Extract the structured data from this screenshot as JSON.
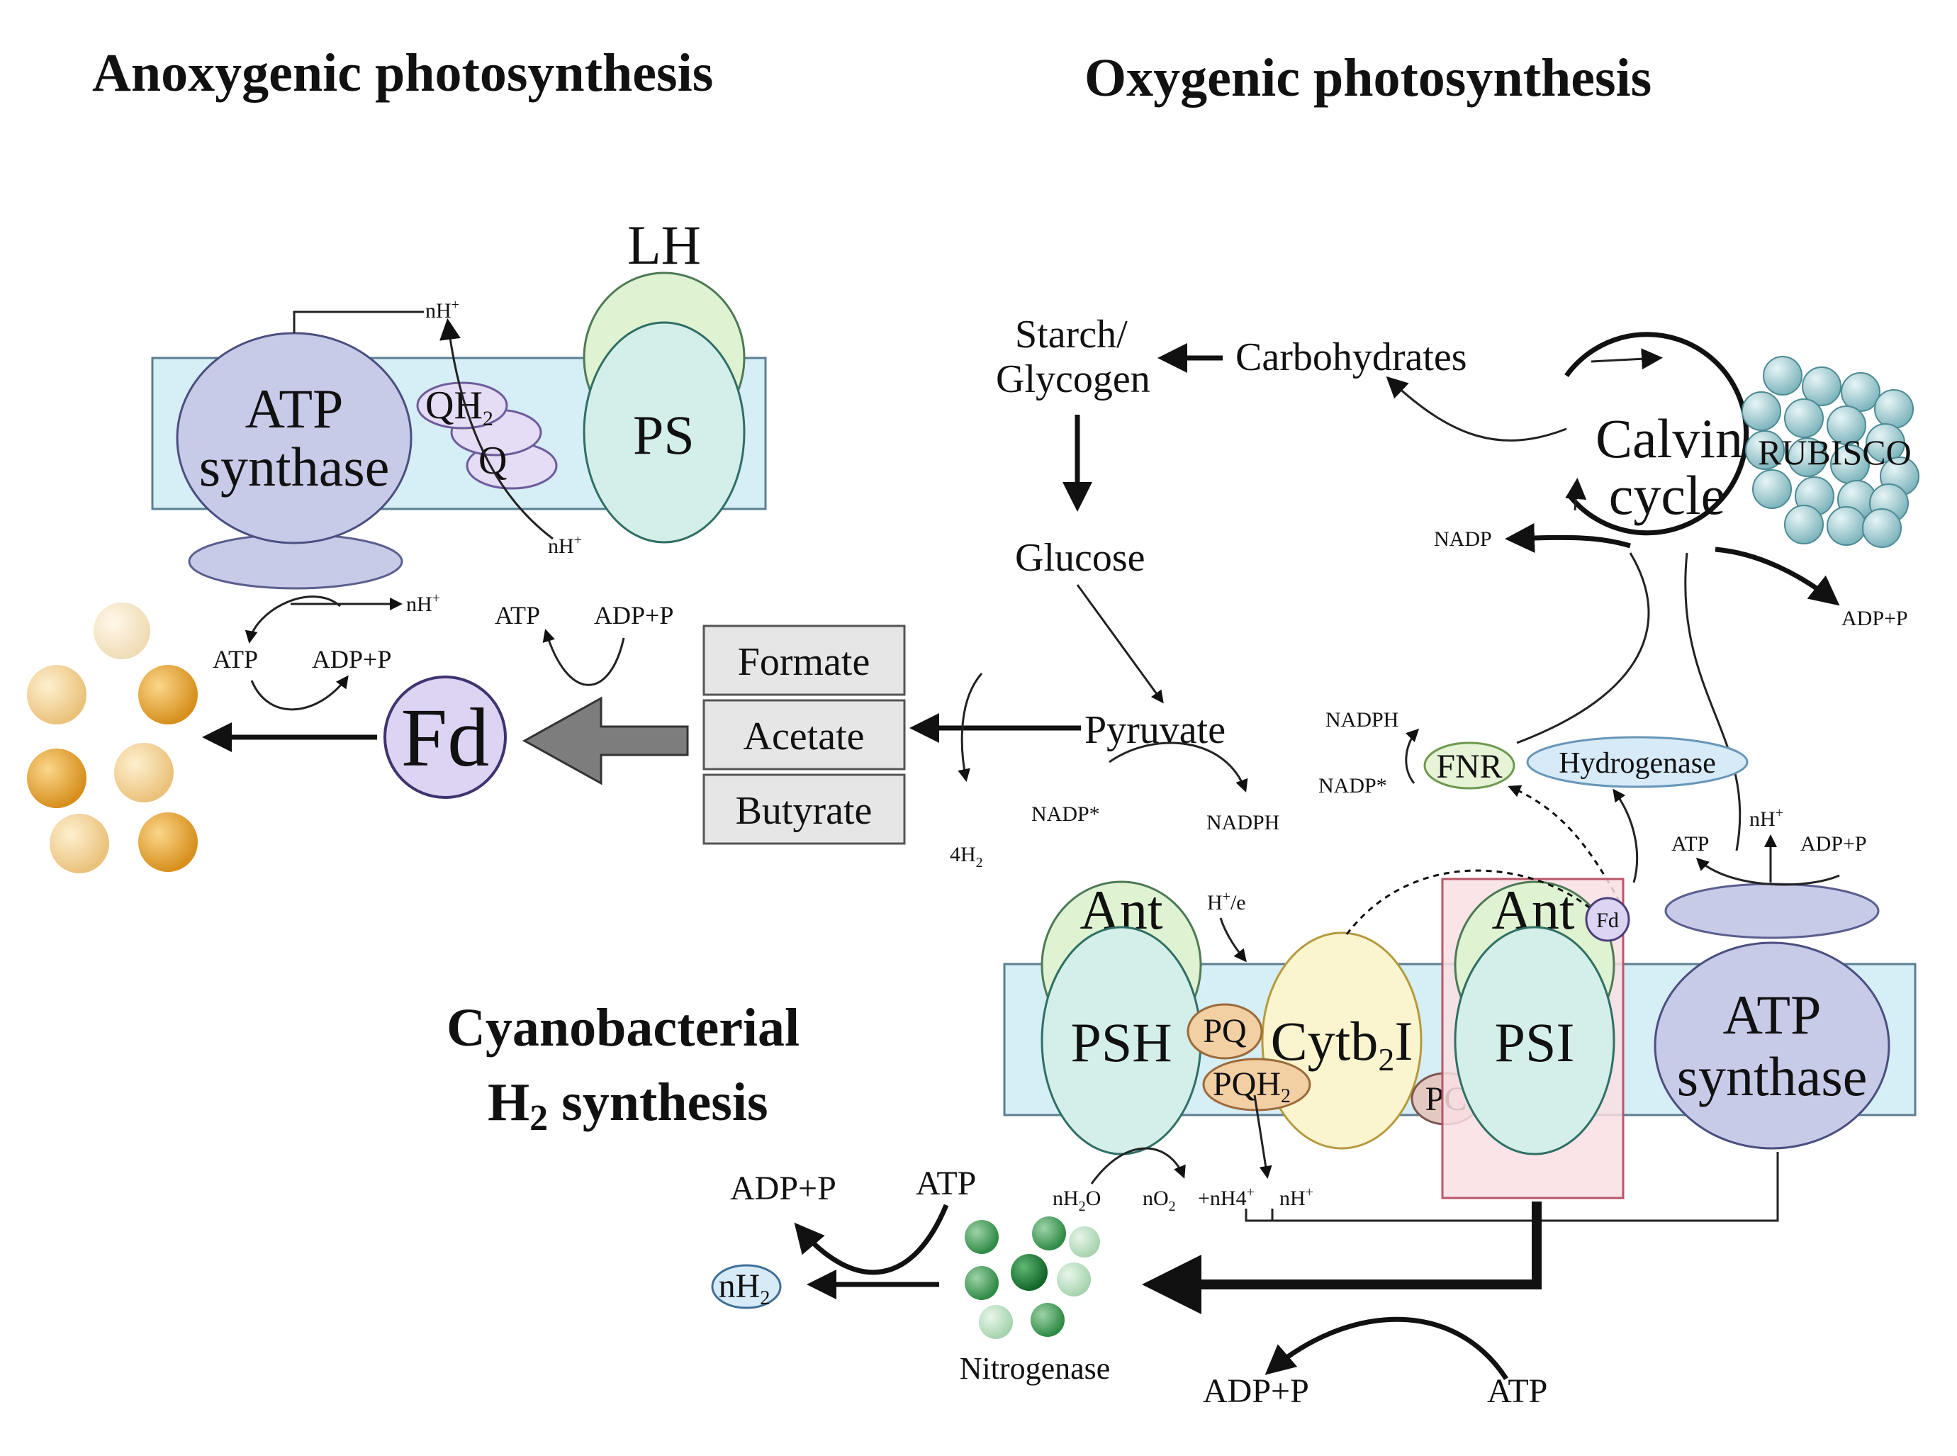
{
  "titles": {
    "anoxygenic": "Anoxygenic photosynthesis",
    "oxygenic": "Oxygenic photosynthesis",
    "cyano_line1": "Cyanobacterial",
    "cyano_line2_main": "H",
    "cyano_line2_sub": "2",
    "cyano_line2_rest": " synthesis"
  },
  "anoxygenic": {
    "lh": "LH",
    "ps": "PS",
    "atp_synthase_line1": "ATP",
    "atp_synthase_line2": "synthase",
    "qh2_main": "QH",
    "qh2_sub": "2",
    "q": "Q",
    "nh_top": "nH",
    "nh_top_sup": "+",
    "nh_bottom": "nH",
    "nh_bottom_sup": "+",
    "nh_right": "nH",
    "nh_right_sup": "+",
    "atp_left": "ATP",
    "adp_left": "ADP+P",
    "atp_mid": "ATP",
    "adp_mid": "ADP+P",
    "fd": "Fd",
    "acids": [
      "Formate",
      "Acetate",
      "Butyrate"
    ]
  },
  "oxygenic": {
    "starch": "Starch/",
    "glycogen": "Glycogen",
    "carbohydrates": "Carbohydrates",
    "glucose": "Glucose",
    "pyruvate": "Pyruvate",
    "nadp_star_left": "NADP*",
    "nadph_left": "NADPH",
    "h2_label_main": "4H",
    "h2_label_sub": "2",
    "calvin_line1": "Calvin",
    "calvin_line2": "cycle",
    "rubisco": "RUBISCO",
    "nadp_top": "NADP",
    "adp_top_right": "ADP+P",
    "nadph_right": "NADPH",
    "nadp_star_right": "NADP*",
    "fnr": "FNR",
    "hydrogenase": "Hydrogenase",
    "atp_right": "ATP",
    "nh_right": "nH",
    "nh_right_sup": "+",
    "adp_right": "ADP+P"
  },
  "cyano": {
    "ant_left": "Ant",
    "ant_right": "Ant",
    "psh": "PSH",
    "psi": "PSI",
    "pq": "PQ",
    "pqh2_main": "PQH",
    "pqh2_sub": "2",
    "cyt_main": "Cytb",
    "cyt_sub": "2",
    "cyt_rest": "I",
    "pc": "PC",
    "fd_small": "Fd",
    "he": "H",
    "he_sup": "+",
    "he_rest": "/e",
    "atp_synthase_line1": "ATP",
    "atp_synthase_line2": "synthase",
    "nh2o_main": "nH",
    "nh2o_sub": "2",
    "nh2o_rest": "O",
    "no2_main": "nO",
    "no2_sub": "2",
    "nh4": "+nH4",
    "nh4_sup": "+",
    "nh_plus": "nH",
    "nh_plus_sup": "+",
    "adp_left": "ADP+P",
    "atp_left": "ATP",
    "nh2_main": "nH",
    "nh2_sub": "2",
    "nitrogenase": "Nitrogenase",
    "adp_bottom": "ADP+P",
    "atp_bottom": "ATP"
  }
}
